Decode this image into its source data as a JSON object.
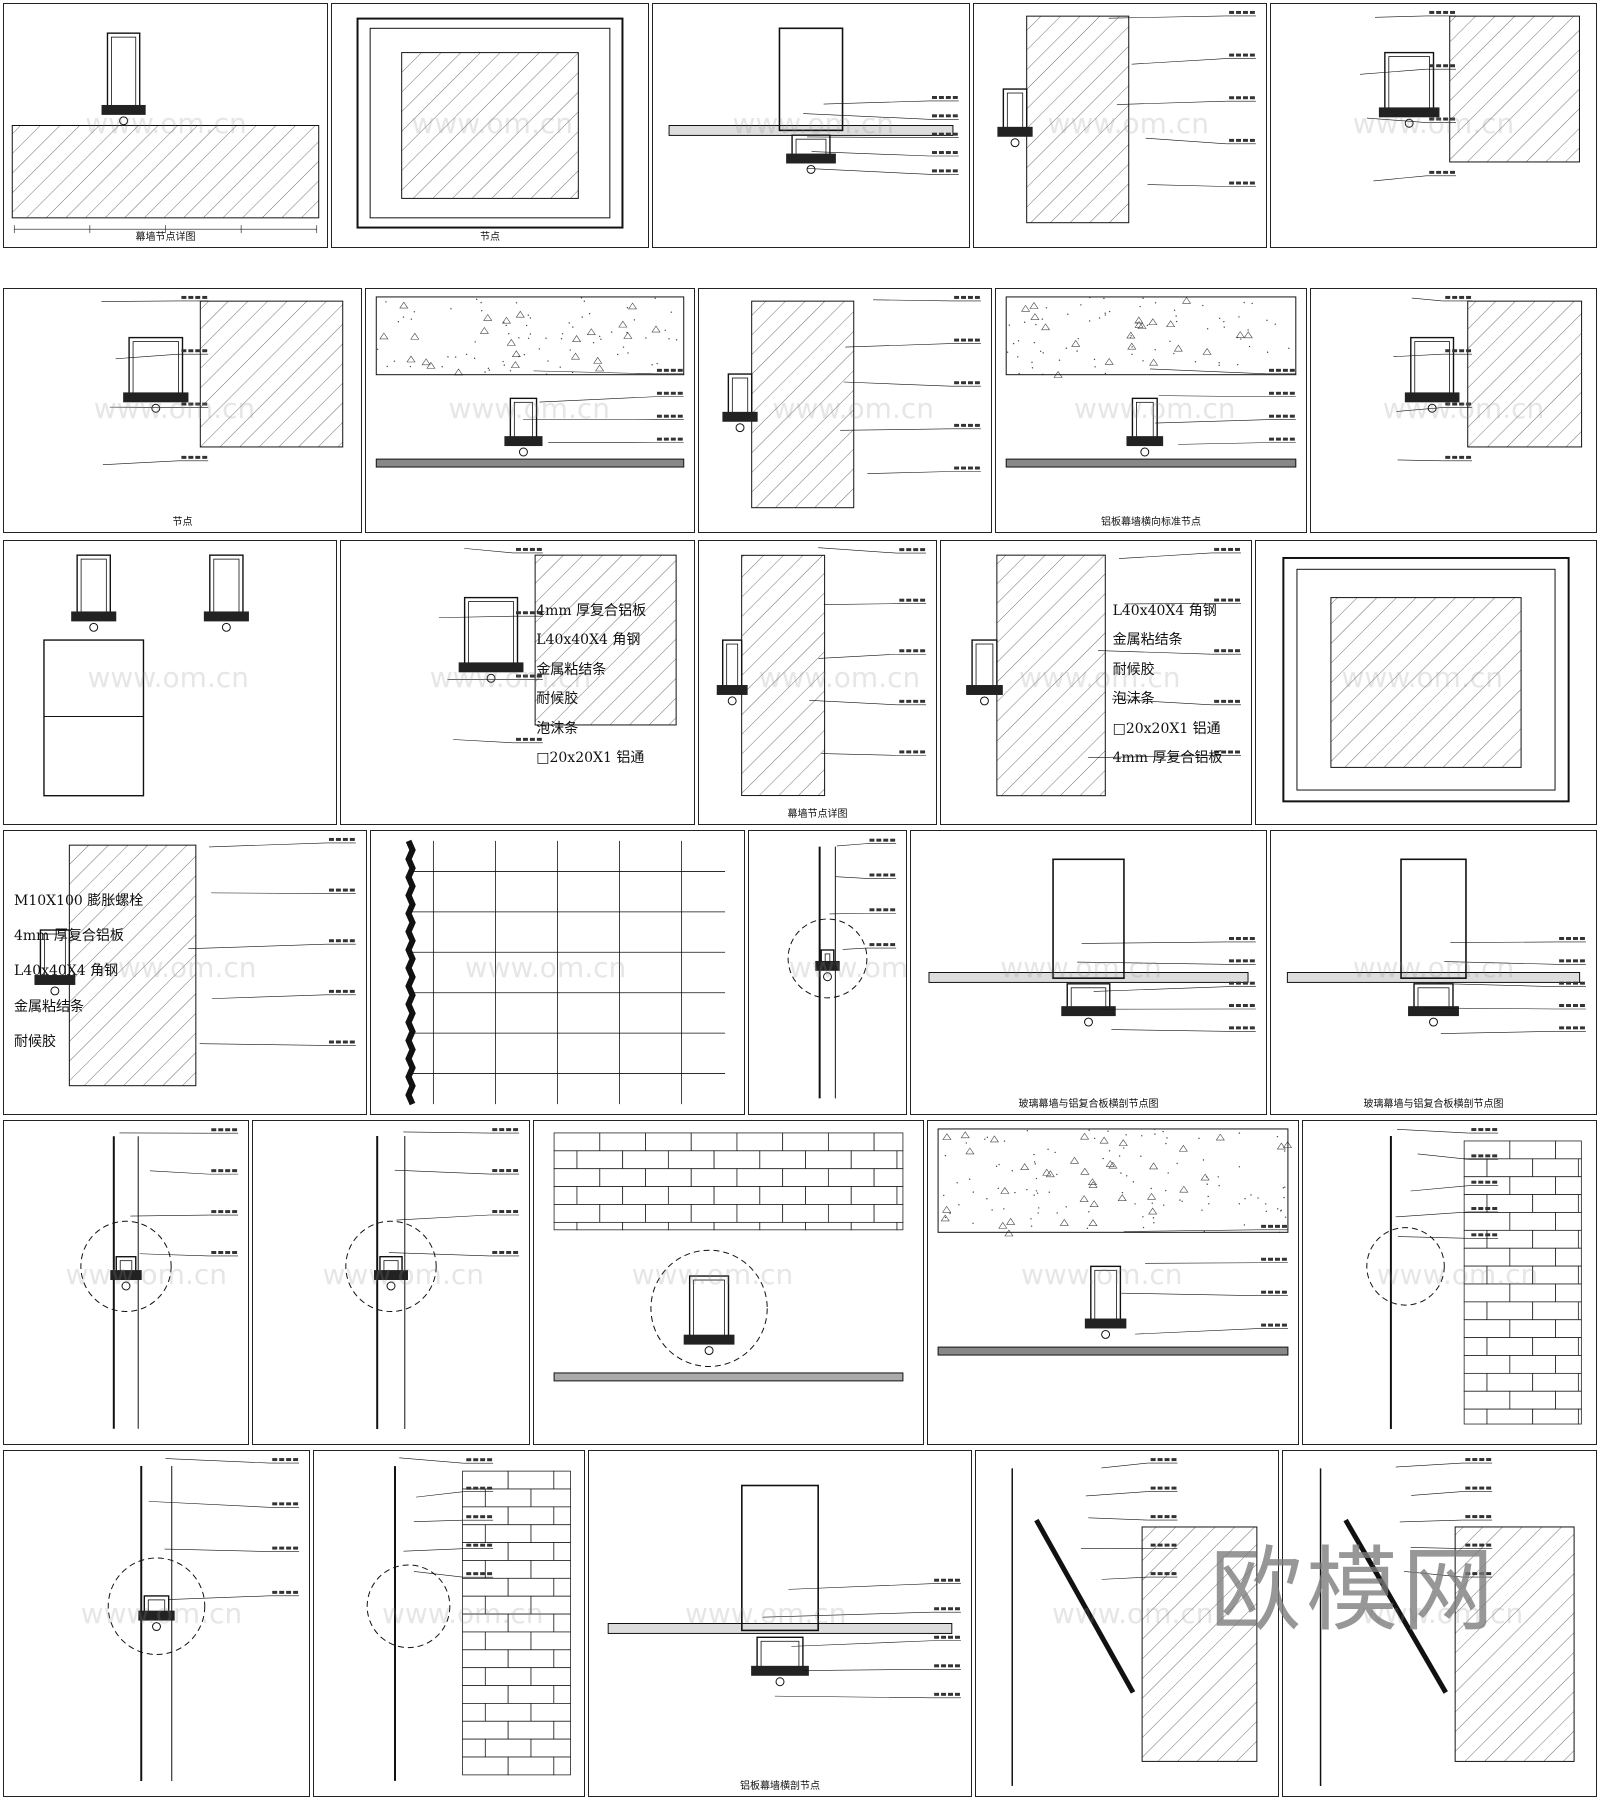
{
  "watermark": {
    "brand": "欧模网",
    "site": "www.om.cn",
    "color": "#7a7a7a"
  },
  "panels": [
    {
      "row": 0,
      "col": 0,
      "title": "幕墙节点详图",
      "callouts": []
    },
    {
      "row": 0,
      "col": 1,
      "title": "节点",
      "callouts": []
    },
    {
      "row": 0,
      "col": 2,
      "title": "",
      "callouts": []
    },
    {
      "row": 0,
      "col": 3,
      "title": "",
      "callouts": []
    },
    {
      "row": 0,
      "col": 4,
      "title": "",
      "callouts": []
    },
    {
      "row": 1,
      "col": 0,
      "title": "节点",
      "callouts": []
    },
    {
      "row": 1,
      "col": 1,
      "title": "",
      "callouts": []
    },
    {
      "row": 1,
      "col": 2,
      "title": "",
      "callouts": []
    },
    {
      "row": 1,
      "col": 3,
      "title": "铝板幕墙横向标准节点",
      "callouts": []
    },
    {
      "row": 1,
      "col": 4,
      "title": "",
      "callouts": []
    },
    {
      "row": 2,
      "col": 0,
      "title": "",
      "callouts": []
    },
    {
      "row": 2,
      "col": 1,
      "title": "",
      "callouts": [
        "4mm 厚复合铝板",
        "L40x40X4 角钢",
        "金属粘结条",
        "耐候胶",
        "泡沫条",
        "□20x20X1 铝通"
      ]
    },
    {
      "row": 2,
      "col": 2,
      "title": "幕墙节点详图",
      "callouts": []
    },
    {
      "row": 2,
      "col": 3,
      "title": "",
      "callouts": [
        "L40x40X4 角钢",
        "金属粘结条",
        "耐候胶",
        "泡沫条",
        "□20x20X1 铝通",
        "4mm 厚复合铝板"
      ]
    },
    {
      "row": 2,
      "col": 4,
      "title": "",
      "callouts": []
    },
    {
      "row": 3,
      "col": 0,
      "title": "",
      "callouts": [
        "M10X100 膨胀螺栓",
        "4mm 厚复合铝板",
        "L40x40X4 角钢",
        "金属粘结条",
        "耐候胶"
      ]
    },
    {
      "row": 3,
      "col": 1,
      "title": "",
      "callouts": []
    },
    {
      "row": 3,
      "col": 2,
      "title": "",
      "callouts": []
    },
    {
      "row": 3,
      "col": 3,
      "title": "玻璃幕墙与铝复合板横剖节点图",
      "callouts": []
    },
    {
      "row": 3,
      "col": 4,
      "title": "玻璃幕墙与铝复合板横剖节点图",
      "callouts": []
    },
    {
      "row": 4,
      "col": 0,
      "title": "",
      "callouts": []
    },
    {
      "row": 4,
      "col": 1,
      "title": "",
      "callouts": []
    },
    {
      "row": 4,
      "col": 2,
      "title": "",
      "callouts": []
    },
    {
      "row": 4,
      "col": 3,
      "title": "",
      "callouts": []
    },
    {
      "row": 4,
      "col": 4,
      "title": "",
      "callouts": []
    },
    {
      "row": 5,
      "col": 0,
      "title": "",
      "callouts": []
    },
    {
      "row": 5,
      "col": 1,
      "title": "",
      "callouts": []
    },
    {
      "row": 5,
      "col": 2,
      "title": "铝板幕墙横剖节点",
      "callouts": []
    },
    {
      "row": 5,
      "col": 3,
      "title": "",
      "callouts": []
    },
    {
      "row": 5,
      "col": 4,
      "title": "",
      "callouts": []
    }
  ]
}
